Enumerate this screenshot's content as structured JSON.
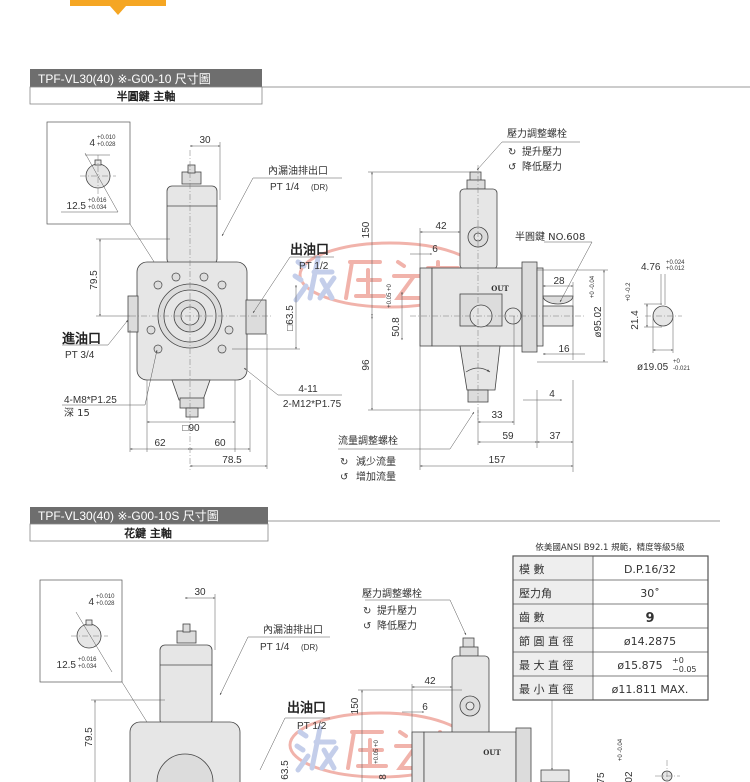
{
  "colors": {
    "accent": "#f5a623",
    "header_bg": "#6e6e6e",
    "watermark_blue": "#8a9fd6",
    "watermark_red": "#e46a5a"
  },
  "watermark": "液压之家",
  "section1": {
    "title": "TPF-VL30(40) ※-G00-10  尺寸圖",
    "subtitle": "半圓鍵 主軸",
    "front": {
      "key_width": "4",
      "key_width_tol_a": "+0.010",
      "key_width_tol_b": "+0.028",
      "key_depth": "12.5",
      "key_depth_tol_a": "+0.016",
      "key_depth_tol_b": "+0.034",
      "dim_30": "30",
      "drain_label": "內漏油排出口",
      "drain_spec": "PT 1/4",
      "drain_tag": "(DR)",
      "outlet_label": "出油口",
      "outlet_spec": "PT 1/2",
      "dim_79_5": "79.5",
      "dim_63_5": "□63.5",
      "inlet_label": "進油口",
      "inlet_spec": "PT 3/4",
      "bolt_spec": "4-M8*P1.25",
      "bolt_depth": "深 15",
      "hole_spec": "4-11",
      "hole_thread": "2-M12*P1.75",
      "dim_90": "□90",
      "dim_62": "62",
      "dim_60": "60",
      "dim_78_5": "78.5"
    },
    "side": {
      "pressure_bolt": "壓力調整螺栓",
      "raise_pressure": "提升壓力",
      "lower_pressure": "降低壓力",
      "dim_150": "150",
      "dim_96": "96",
      "dim_42": "42",
      "dim_6": "6",
      "key_label": "半圓鍵 NO.608",
      "dim_28": "28",
      "dim_50_8": "50.8",
      "dim_50_8_tol": "+0.05 +0",
      "dim_95_02": "ø95.02",
      "dim_95_02_tol": "+0 -0.04",
      "dim_16": "16",
      "dim_4": "4",
      "dim_33": "33",
      "dim_59": "59",
      "dim_37": "37",
      "dim_157": "157",
      "out_mark": "OUT",
      "flow_bolt": "流量調整螺栓",
      "decrease_flow": "減少流量",
      "increase_flow": "增加流量"
    },
    "key_detail": {
      "width": "4.76",
      "width_tol_a": "+0.024",
      "width_tol_b": "+0.012",
      "height": "21.4",
      "height_tol": "+0 -0.2",
      "diameter": "ø19.05",
      "diameter_tol_a": "+0",
      "diameter_tol_b": "-0.021"
    }
  },
  "section2": {
    "title": "TPF-VL30(40) ※-G00-10S  尺寸圖",
    "subtitle": "花鍵 主軸",
    "table_note": "依美國ANSI  B92.1 規範，精度等級5級",
    "spline_table": [
      {
        "label": "模 數",
        "value": "D.P.16/32"
      },
      {
        "label": "壓力角",
        "value": "30˚"
      },
      {
        "label": "齒 數",
        "value": "9"
      },
      {
        "label": "節 圓 直 徑",
        "value": "ø14.2875"
      },
      {
        "label": "最 大 直 徑",
        "value": "ø15.875",
        "tol_a": "+0",
        "tol_b": "−0.05"
      },
      {
        "label": "最 小 直 徑",
        "value": "ø11.811 MAX."
      }
    ],
    "front": {
      "key_width": "4",
      "key_width_tol_a": "+0.010",
      "key_width_tol_b": "+0.028",
      "key_depth": "12.5",
      "key_depth_tol_a": "+0.016",
      "key_depth_tol_b": "+0.034",
      "dim_30": "30",
      "drain_label": "內漏油排出口",
      "drain_spec": "PT 1/4",
      "drain_tag": "(DR)",
      "outlet_label": "出油口",
      "outlet_spec": "PT 1/2",
      "dim_79_5": "79.5",
      "dim_63_5": "63.5"
    },
    "side": {
      "pressure_bolt": "壓力調整螺栓",
      "raise_pressure": "提升壓力",
      "lower_pressure": "降低壓力",
      "dim_150": "150",
      "dim_42": "42",
      "dim_6": "6",
      "out_mark": "OUT",
      "dim_50_8_partial": "8",
      "dim_50_8_tol": "+0.05 +0",
      "dim_75_partial": "75",
      "dim_95_02_partial": "02",
      "dim_95_02_tol": "+0 -0.04"
    }
  }
}
